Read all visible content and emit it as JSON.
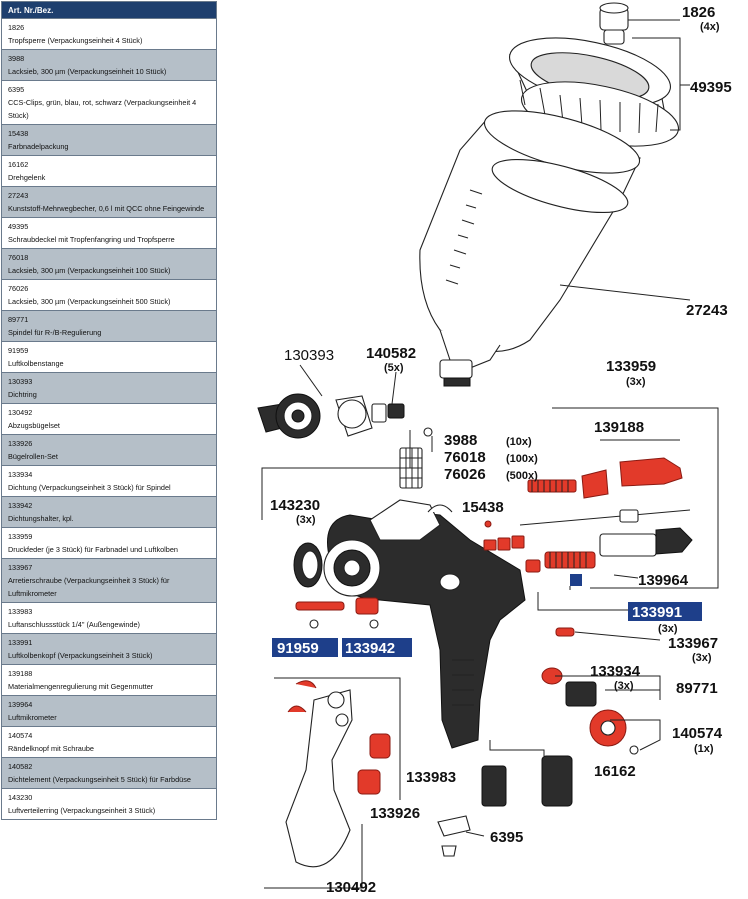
{
  "table": {
    "header": "Art. Nr./Bez.",
    "rows": [
      {
        "nr": "1826",
        "desc": "Tropfsperre (Verpackungseinheit 4 Stück)"
      },
      {
        "nr": "3988",
        "desc": "Lacksieb, 300 µm (Verpackungseinheit 10 Stück)"
      },
      {
        "nr": "6395",
        "desc": "CCS-Clips, grün, blau, rot, schwarz (Verpackungseinheit 4 Stück)"
      },
      {
        "nr": "15438",
        "desc": "Farbnadelpackung"
      },
      {
        "nr": "16162",
        "desc": "Drehgelenk"
      },
      {
        "nr": "27243",
        "desc": "Kunststoff-Mehrwegbecher, 0,6 l mit QCC ohne Feingewinde"
      },
      {
        "nr": "49395",
        "desc": "Schraubdeckel mit Tropfenfangring und Tropfsperre"
      },
      {
        "nr": "76018",
        "desc": "Lacksieb, 300 µm (Verpackungseinheit 100 Stück)"
      },
      {
        "nr": "76026",
        "desc": "Lacksieb, 300 µm (Verpackungseinheit 500 Stück)"
      },
      {
        "nr": "89771",
        "desc": "Spindel für R-/B-Regulierung"
      },
      {
        "nr": "91959",
        "desc": "Luftkolbenstange"
      },
      {
        "nr": "130393",
        "desc": "Dichtring"
      },
      {
        "nr": "130492",
        "desc": "Abzugsbügelset"
      },
      {
        "nr": "133926",
        "desc": "Bügelrollen-Set"
      },
      {
        "nr": "133934",
        "desc": "Dichtung (Verpackungseinheit 3 Stück) für Spindel"
      },
      {
        "nr": "133942",
        "desc": "Dichtungshalter, kpl."
      },
      {
        "nr": "133959",
        "desc": "Druckfeder (je 3 Stück) für Farbnadel und Luftkolben"
      },
      {
        "nr": "133967",
        "desc": "Arretierschraube (Verpackungseinheit 3 Stück) für Luftmikrometer"
      },
      {
        "nr": "133983",
        "desc": "Luftanschlussstück 1/4\" (Außengewinde)"
      },
      {
        "nr": "133991",
        "desc": "Luftkolbenkopf (Verpackungseinheit 3 Stück)"
      },
      {
        "nr": "139188",
        "desc": "Materialmengenregulierung mit Gegenmutter"
      },
      {
        "nr": "139964",
        "desc": "Luftmikrometer"
      },
      {
        "nr": "140574",
        "desc": "Rändelknopf mit Schraube"
      },
      {
        "nr": "140582",
        "desc": "Dichtelement (Verpackungseinheit 5 Stück) für Farbdüse"
      },
      {
        "nr": "143230",
        "desc": "Luftverteilerring (Verpackungseinheit 3 Stück)"
      }
    ]
  },
  "callouts": {
    "c1826": "1826",
    "c1826q": "(4x)",
    "c49395": "49395",
    "c27243": "27243",
    "c140582": "140582",
    "c140582q": "(5x)",
    "c130393": "130393",
    "c133959": "133959",
    "c133959q": "(3x)",
    "c139188": "139188",
    "c3988": "3988",
    "c3988q": "(10x)",
    "c76018": "76018",
    "c76018q": "(100x)",
    "c76026": "76026",
    "c76026q": "(500x)",
    "c143230": "143230",
    "c143230q": "(3x)",
    "c15438": "15438",
    "c139964": "139964",
    "c133991": "133991",
    "c133991q": "(3x)",
    "c91959": "91959",
    "c133942": "133942",
    "c133967": "133967",
    "c133967q": "(3x)",
    "c133934": "133934",
    "c133934q": "(3x)",
    "c89771": "89771",
    "c140574": "140574",
    "c140574q": "(1x)",
    "c133983": "133983",
    "c16162": "16162",
    "c133926": "133926",
    "c6395": "6395",
    "c130492": "130492"
  },
  "colors": {
    "table_header": "#1e3f6e",
    "table_alt_row": "#b5bfc8",
    "highlight_box": "#1e3f8a",
    "wear_part_red": "#e23a2a"
  }
}
